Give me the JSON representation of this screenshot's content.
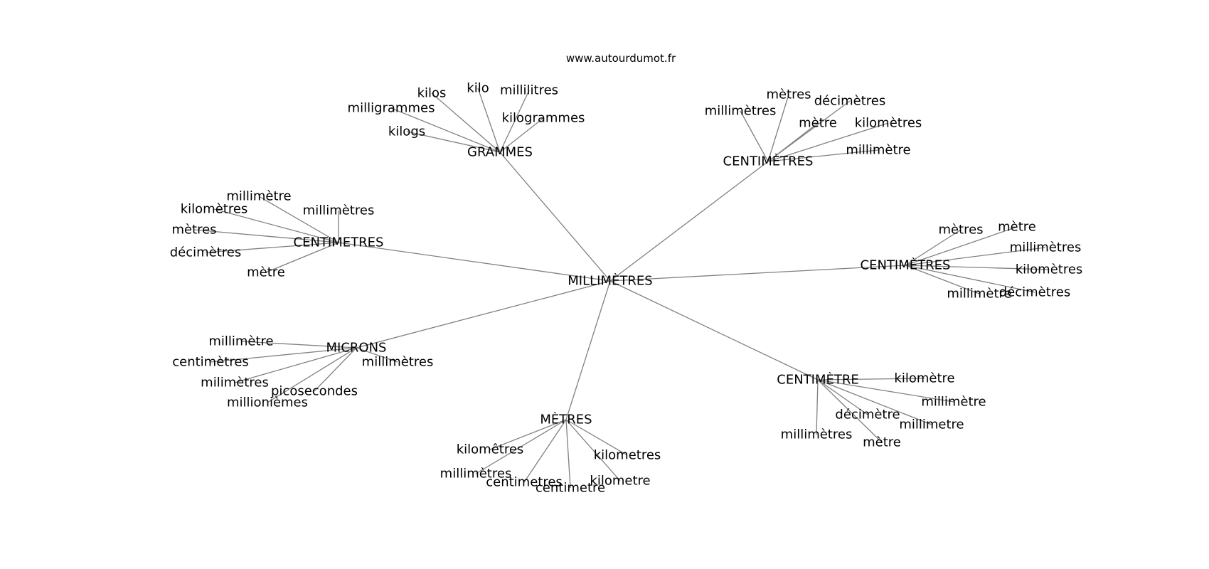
{
  "source": "www.autourdumot.fr",
  "center": {
    "label": "MILLIMÈTRES"
  },
  "clusters": [
    {
      "hub": "GRAMMES",
      "leaves": [
        "kilos",
        "kilo",
        "millilitres",
        "milligrammes",
        "kilogrammes",
        "kilogs"
      ]
    },
    {
      "hub": "CENTIMÈTRES",
      "leaves": [
        "mètres",
        "décimètres",
        "millimètres",
        "mètre",
        "kilomètres",
        "millimètre"
      ]
    },
    {
      "hub": "CENTIMETRES",
      "leaves": [
        "millimètre",
        "kilomètres",
        "millimètres",
        "mètres",
        "décimètres",
        "mètre"
      ]
    },
    {
      "hub": "CENTIMÈTRES",
      "leaves": [
        "mètres",
        "mètre",
        "millimètres",
        "kilomètres",
        "millimètre",
        "décimètres"
      ]
    },
    {
      "hub": "MICRONS",
      "leaves": [
        "millimètre",
        "centimètres",
        "millimètres",
        "milimètres",
        "picosecondes",
        "millionièmes"
      ]
    },
    {
      "hub": "CENTIMÈTRE",
      "leaves": [
        "kilomètre",
        "millimètre",
        "décimètre",
        "millimetre",
        "millimètres",
        "mètre"
      ]
    },
    {
      "hub": "MÈTRES",
      "leaves": [
        "kilomêtres",
        "kilometres",
        "millimètres",
        "centimetres",
        "centimetre",
        "kilometre"
      ]
    }
  ]
}
